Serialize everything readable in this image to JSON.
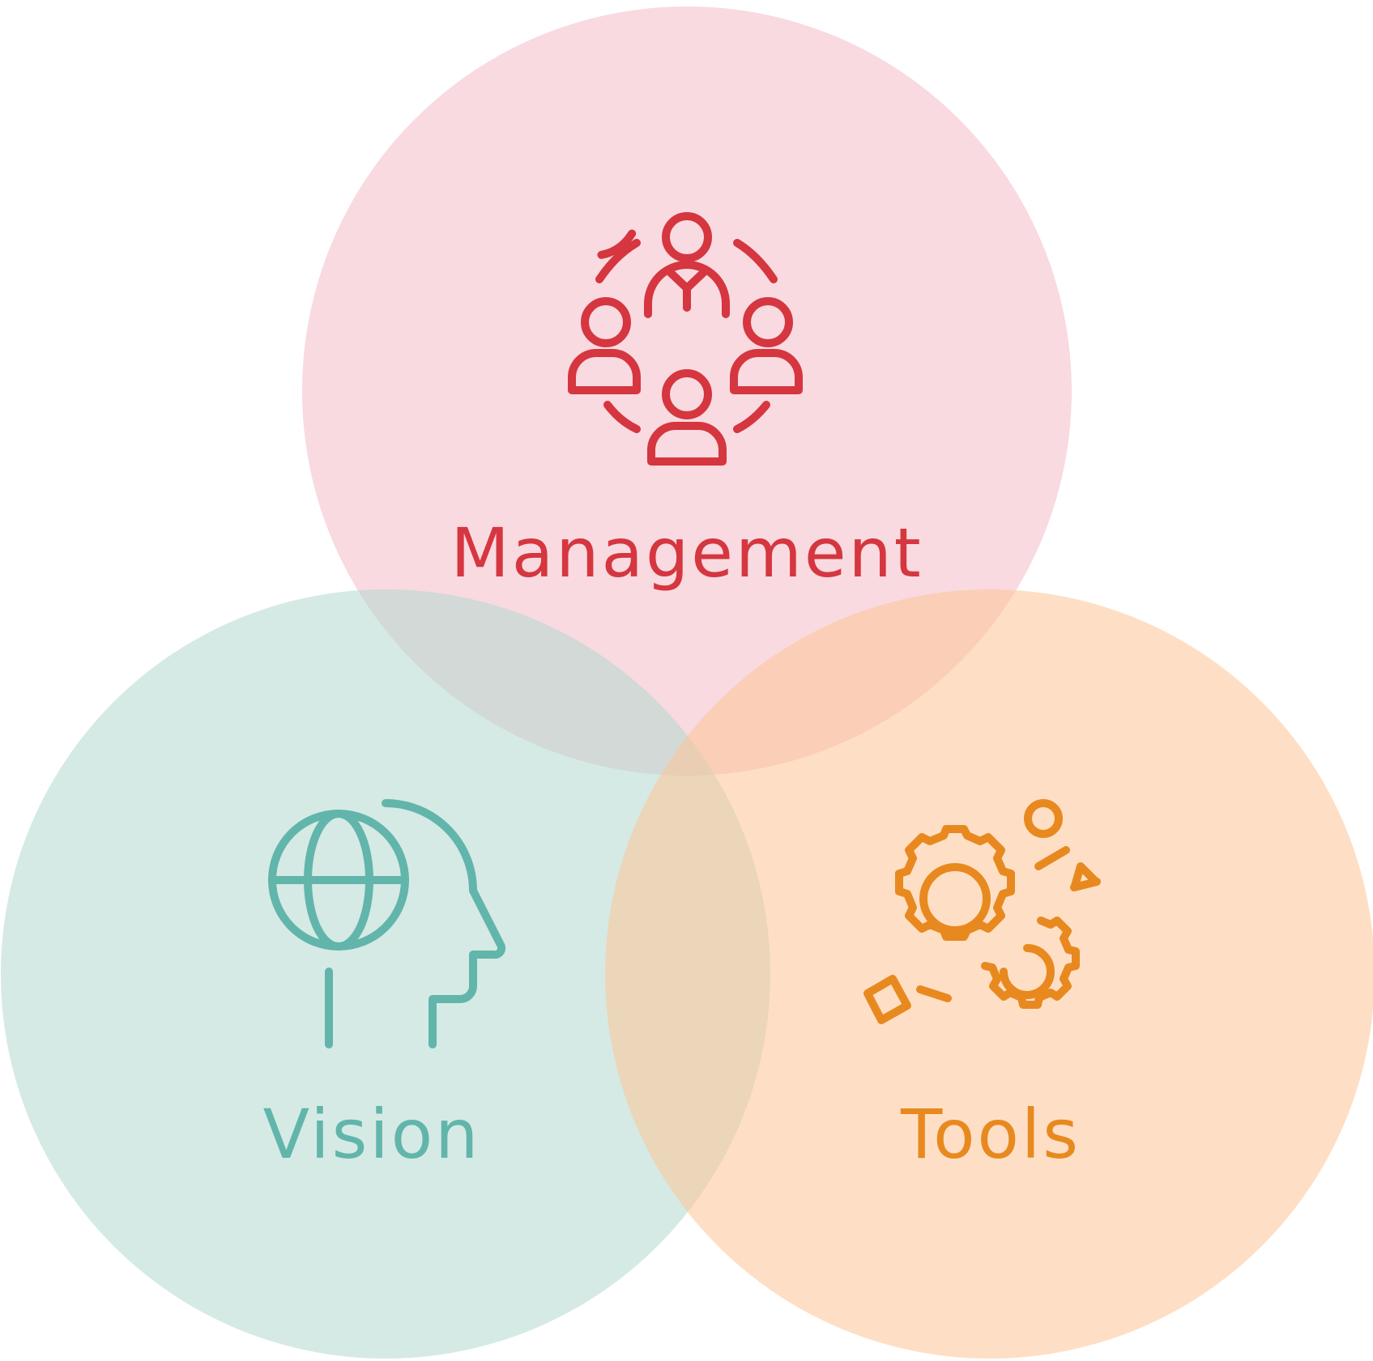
{
  "colors": {
    "management": "#d5363f",
    "management_fill": "#f2bcc6",
    "vision": "#62b5aa",
    "vision_fill": "#b3d9d0",
    "tools": "#e8891f",
    "tools_fill": "#fdc595"
  },
  "sets": [
    {
      "key": "management",
      "label": "Management",
      "icon": "people-network-icon"
    },
    {
      "key": "vision",
      "label": "Vision",
      "icon": "head-globe-icon"
    },
    {
      "key": "tools",
      "label": "Tools",
      "icon": "gears-shapes-icon"
    }
  ]
}
